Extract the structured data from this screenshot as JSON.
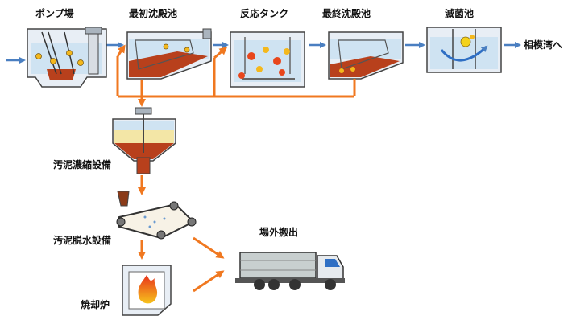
{
  "labels": {
    "pump": "ポンプ場",
    "primary": "最初沈殿池",
    "reaction": "反応タンク",
    "final": "最終沈殿池",
    "disinfection": "滅菌池",
    "bay": "相模湾へ",
    "thickener": "汚泥濃縮設備",
    "dewatering": "汚泥脱水設備",
    "incinerator": "焼却炉",
    "offsite": "場外搬出"
  },
  "colors": {
    "water_flow": "#4a7fc1",
    "sludge_flow": "#f07820",
    "tank_water": "#cfe3f2",
    "sludge": "#b8401c",
    "outline": "#444444",
    "flame": "#e8321c",
    "truck_body": "#c8cfcf"
  }
}
